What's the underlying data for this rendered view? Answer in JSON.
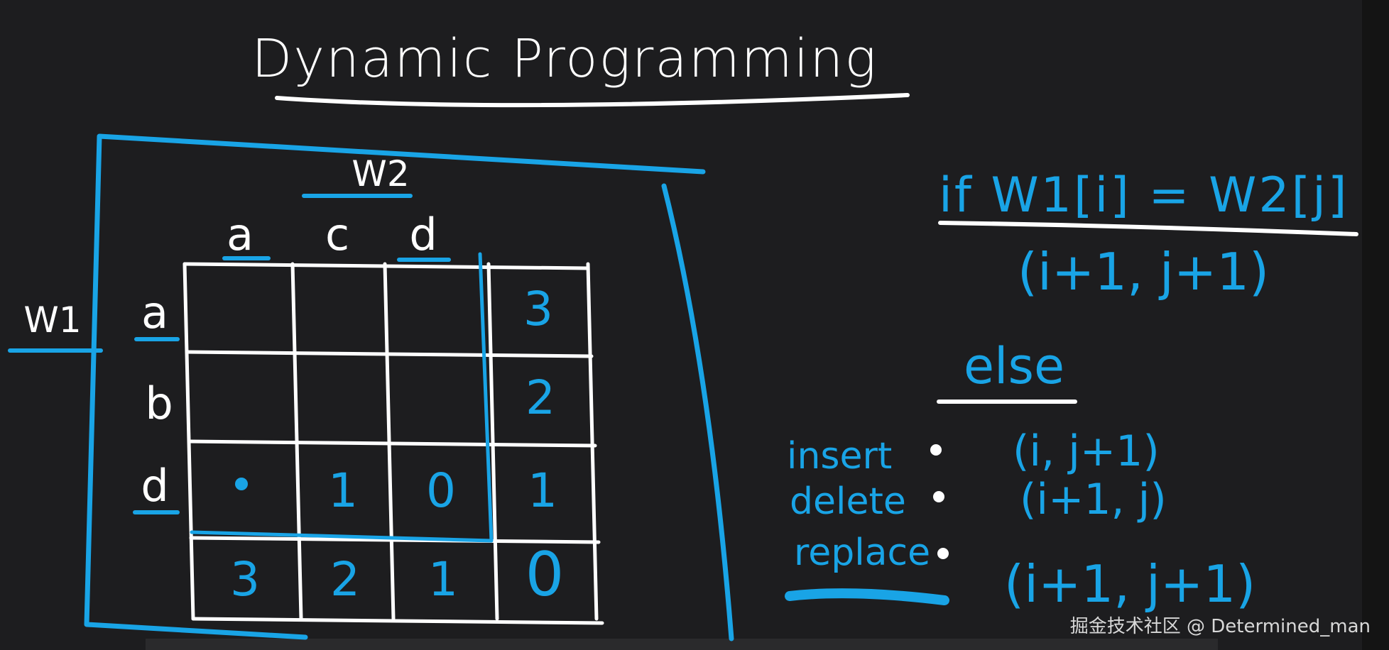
{
  "title": "Dynamic Programming",
  "labels": {
    "w1": "W1",
    "w2": "W2"
  },
  "w2_chars": [
    "a",
    "c",
    "d"
  ],
  "w1_chars": [
    "a",
    "b",
    "d"
  ],
  "grid": [
    [
      "",
      "",
      "",
      "3"
    ],
    [
      "",
      "",
      "",
      "2"
    ],
    [
      "•",
      "1",
      "0",
      "1"
    ],
    [
      "3",
      "2",
      "1",
      "0"
    ]
  ],
  "rules": {
    "condition": "if W1[i] = W2[j]",
    "match_result": "(i+1, j+1)",
    "else_label": "else",
    "operations": [
      {
        "name": "insert",
        "formula": "(i, j+1)"
      },
      {
        "name": "delete",
        "formula": "(i+1, j)"
      },
      {
        "name": "replace",
        "formula": "(i+1, j+1)"
      }
    ]
  },
  "watermark": "掘金技术社区 @ Determined_man",
  "colors": {
    "ink_white": "#ffffff",
    "ink_blue": "#19a4e6",
    "background": "#1d1d1f"
  }
}
